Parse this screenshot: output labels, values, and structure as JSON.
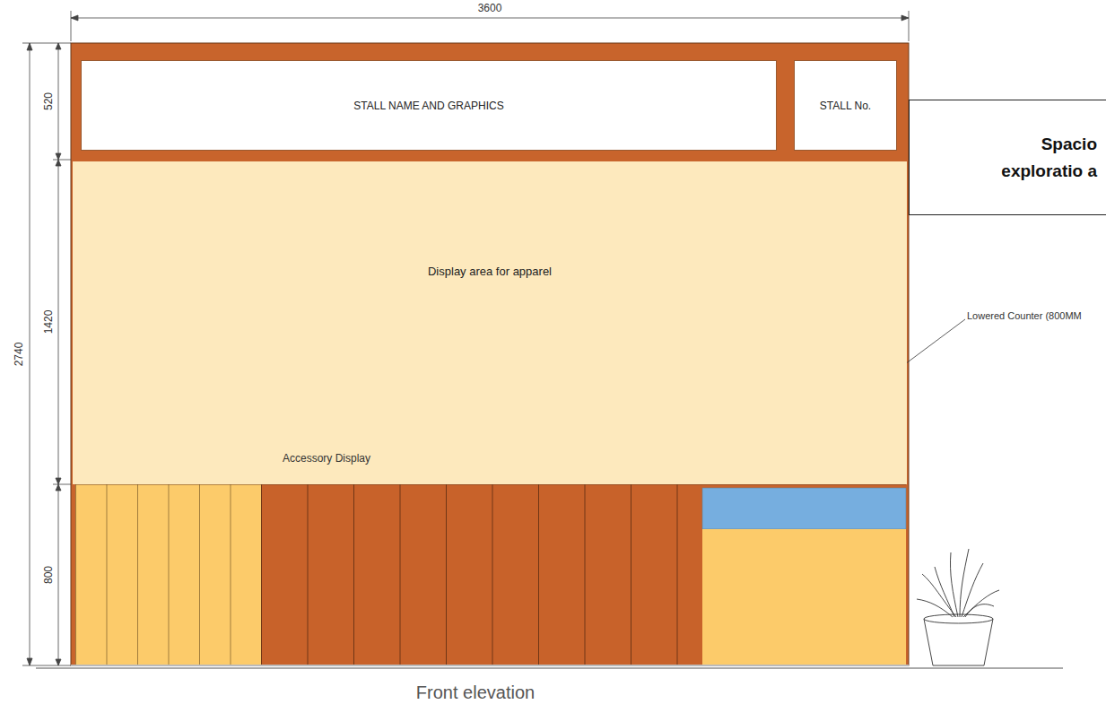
{
  "diagram": {
    "caption": "Front elevation",
    "nodes": [
      {
        "text": [
          "STALL NAME AND GRAPHICS"
        ]
      },
      {
        "text": [
          "STALL No."
        ]
      },
      {
        "text": [
          "Display area for apparel"
        ]
      },
      {
        "text": [
          "Spacio exploratio a"
        ]
      }
    ],
    "labels": [
      "3600",
      "2740",
      "520",
      "1420",
      "800",
      "Accessory Display",
      "Lowered Counter (800MM"
    ]
  }
}
